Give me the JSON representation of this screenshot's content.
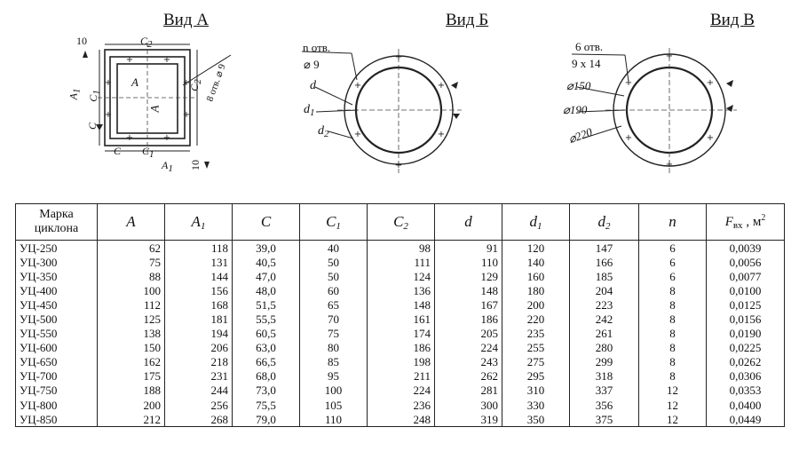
{
  "views": {
    "a": {
      "title": "Вид А",
      "labels": {
        "ten_top": "10",
        "c2_top": "C",
        "c2_top_sub": "2",
        "a_inner": "A",
        "a_inner_rot": "A",
        "a1_left": "A",
        "a1_left_sub": "1",
        "c1_left": "C",
        "c1_left_sub": "1",
        "c_left": "C",
        "c2_right": "C",
        "c2_right_sub": "2",
        "holes_right": "8 отв. ⌀ 9",
        "c_bottom": "C",
        "c1_bottom": "C",
        "c1_bottom_sub": "1",
        "a1_bottom": "A",
        "a1_bottom_sub": "1",
        "ten_bottom": "10"
      }
    },
    "b": {
      "title": "Вид Б",
      "labels": {
        "holes": "n отв.",
        "hole_dia": "⌀ 9",
        "d": "d",
        "d1": "d",
        "d1_sub": "1",
        "d2": "d",
        "d2_sub": "2"
      }
    },
    "v": {
      "title": "Вид В",
      "labels": {
        "holes": "6 отв.",
        "hole_size": "9 х 14",
        "dia150": "⌀150",
        "dia190": "⌀190",
        "dia220": "⌀220"
      }
    }
  },
  "table": {
    "header": {
      "mark": "Марка циклона",
      "A": "A",
      "A1": "A",
      "A1_sub": "1",
      "C": "C",
      "C1": "C",
      "C1_sub": "1",
      "C2": "C",
      "C2_sub": "2",
      "d": "d",
      "d1": "d",
      "d1_sub": "1",
      "d2": "d",
      "d2_sub": "2",
      "n": "n",
      "F": "F",
      "F_sub": "вх",
      "F_unit": " , м",
      "F_unit_sup": "2"
    },
    "rows": [
      [
        "УЦ-250",
        "62",
        "118",
        "39,0",
        "40",
        "98",
        "91",
        "120",
        "147",
        "6",
        "0,0039"
      ],
      [
        "УЦ-300",
        "75",
        "131",
        "40,5",
        "50",
        "111",
        "110",
        "140",
        "166",
        "6",
        "0,0056"
      ],
      [
        "УЦ-350",
        "88",
        "144",
        "47,0",
        "50",
        "124",
        "129",
        "160",
        "185",
        "6",
        "0,0077"
      ],
      [
        "УЦ-400",
        "100",
        "156",
        "48,0",
        "60",
        "136",
        "148",
        "180",
        "204",
        "8",
        "0,0100"
      ],
      [
        "УЦ-450",
        "112",
        "168",
        "51,5",
        "65",
        "148",
        "167",
        "200",
        "223",
        "8",
        "0,0125"
      ],
      [
        "УЦ-500",
        "125",
        "181",
        "55,5",
        "70",
        "161",
        "186",
        "220",
        "242",
        "8",
        "0,0156"
      ],
      [
        "УЦ-550",
        "138",
        "194",
        "60,5",
        "75",
        "174",
        "205",
        "235",
        "261",
        "8",
        "0,0190"
      ],
      [
        "УЦ-600",
        "150",
        "206",
        "63,0",
        "80",
        "186",
        "224",
        "255",
        "280",
        "8",
        "0,0225"
      ],
      [
        "УЦ-650",
        "162",
        "218",
        "66,5",
        "85",
        "198",
        "243",
        "275",
        "299",
        "8",
        "0,0262"
      ],
      [
        "УЦ-700",
        "175",
        "231",
        "68,0",
        "95",
        "211",
        "262",
        "295",
        "318",
        "8",
        "0,0306"
      ],
      [
        "УЦ-750",
        "188",
        "244",
        "73,0",
        "100",
        "224",
        "281",
        "310",
        "337",
        "12",
        "0,0353"
      ],
      [
        "УЦ-800",
        "200",
        "256",
        "75,5",
        "105",
        "236",
        "300",
        "330",
        "356",
        "12",
        "0,0400"
      ],
      [
        "УЦ-850",
        "212",
        "268",
        "79,0",
        "110",
        "248",
        "319",
        "350",
        "375",
        "12",
        "0,0449"
      ]
    ]
  }
}
